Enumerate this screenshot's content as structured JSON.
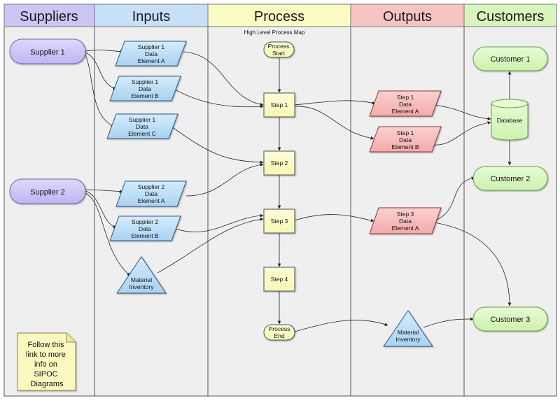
{
  "lanes": {
    "suppliers": "Suppliers",
    "inputs": "Inputs",
    "process": "Process",
    "outputs": "Outputs",
    "customers": "Customers"
  },
  "map_title": "High Level Process Map",
  "suppliers": {
    "s1": "Supplier 1",
    "s2": "Supplier 2"
  },
  "inputs": {
    "s1a": [
      "Supplier 1",
      "Data",
      "Element A"
    ],
    "s1b": [
      "Supplier 1",
      "Data",
      "Element B"
    ],
    "s1c": [
      "Supplier 1",
      "Data",
      "Element C"
    ],
    "s2a": [
      "Supplier 2",
      "Data",
      "Element A"
    ],
    "s2b": [
      "Supplier 2",
      "Data",
      "Element B"
    ],
    "mat": [
      "Material",
      "Inventory"
    ]
  },
  "process": {
    "start": [
      "Process",
      "Start"
    ],
    "step1": "Step 1",
    "step2": "Step 2",
    "step3": "Step 3",
    "step4": "Step 4",
    "end": [
      "Process",
      "End"
    ]
  },
  "outputs": {
    "o1a": [
      "Step 1",
      "Data",
      "Element A"
    ],
    "o1b": [
      "Step 1",
      "Data",
      "Element B"
    ],
    "o3a": [
      "Step 3",
      "Data",
      "Element A"
    ],
    "mat": [
      "Material",
      "Inventory"
    ]
  },
  "customers": {
    "c1": "Customer 1",
    "c2": "Customer 2",
    "c3": "Customer 3",
    "db": "Database"
  },
  "note": [
    "Follow this",
    "link to more",
    "info on",
    "SIPOC",
    "Diagrams"
  ],
  "colors": {
    "supplier": "#c9c3f7",
    "input": "#b8dcf5",
    "process": "#fbfbc6",
    "output": "#f8b9b9",
    "customer": "#d8f7be",
    "lane_bg": "#eeeeee",
    "note": "#fbf8c0"
  }
}
